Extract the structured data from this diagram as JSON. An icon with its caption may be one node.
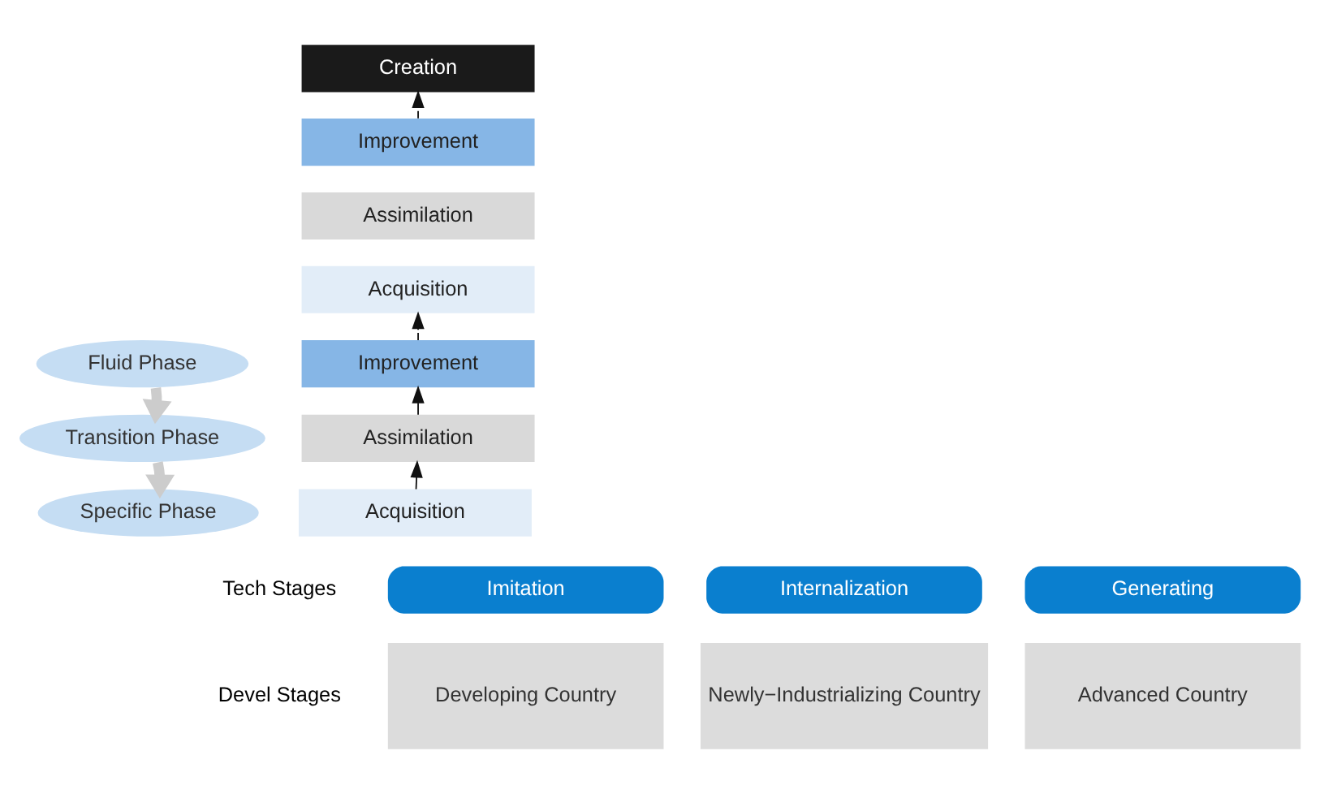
{
  "diagram": {
    "nodes": [
      {
        "text": [
          "Fluid Phase"
        ]
      },
      {
        "text": [
          "Transition Phase"
        ]
      },
      {
        "text": [
          "Specific Phase"
        ]
      },
      {
        "text": [
          "Creation"
        ]
      },
      {
        "text": [
          "Improvement"
        ]
      },
      {
        "text": [
          "Assimilation"
        ]
      },
      {
        "text": [
          "Acquisition"
        ]
      },
      {
        "text": [
          "Improvement"
        ]
      },
      {
        "text": [
          "Assimilation"
        ]
      },
      {
        "text": [
          "Acquisition"
        ]
      },
      {
        "text": [
          "Imitation"
        ]
      },
      {
        "text": [
          "Internalization"
        ]
      },
      {
        "text": [
          "Generating"
        ]
      },
      {
        "text": [
          "Developing Country"
        ]
      },
      {
        "text": [
          "Newly−Industrializing Country"
        ]
      },
      {
        "text": [
          "Advanced Country"
        ]
      }
    ],
    "edges": [
      {
        "from": 0,
        "to": 1,
        "arrow": "to",
        "style": "thick",
        "color": "#cccccc"
      },
      {
        "from": 1,
        "to": 2,
        "arrow": "to",
        "style": "thick",
        "color": "#cccccc"
      },
      {
        "from": 9,
        "to": 8,
        "arrow": "to"
      },
      {
        "from": 8,
        "to": 7,
        "arrow": "to"
      },
      {
        "from": 7,
        "to": 6,
        "arrow": "to",
        "style": "dashed"
      },
      {
        "from": 4,
        "to": 3,
        "arrow": "to",
        "style": "dashed"
      }
    ],
    "labels": [
      "Tech Stages",
      "Devel Stages"
    ]
  }
}
